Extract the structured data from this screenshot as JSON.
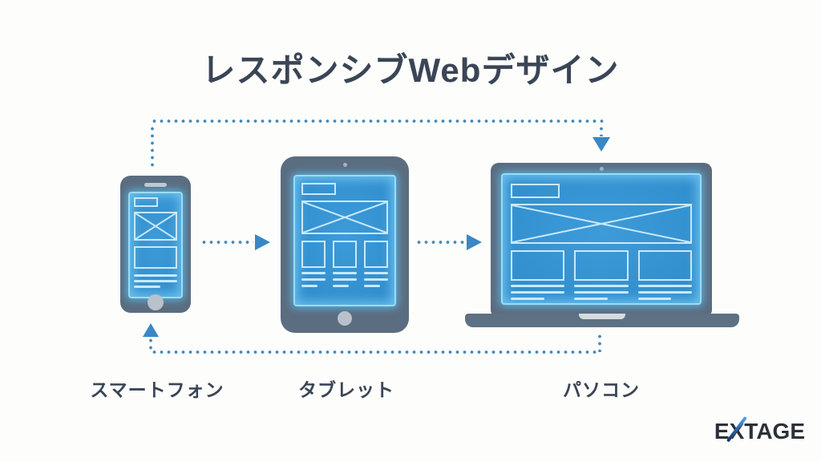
{
  "slide": {
    "title": "レスポンシブWebデザイン",
    "devices": [
      {
        "name": "smartphone",
        "label": "スマートフォン"
      },
      {
        "name": "tablet",
        "label": "タブレット"
      },
      {
        "name": "pc",
        "label": "パソコン"
      }
    ],
    "logo": {
      "prefix": "E",
      "x": "X",
      "suffix": "TAGE"
    }
  },
  "colors": {
    "bg": "#fdfdfc",
    "ink": "#3a4555",
    "body": "#5b6d80",
    "screen-blue": "#2f8ccb",
    "wire": "#c9e9fb",
    "dot": "#4489b9",
    "accent": "#3b87c5",
    "logo-ink": "#2c3038"
  }
}
